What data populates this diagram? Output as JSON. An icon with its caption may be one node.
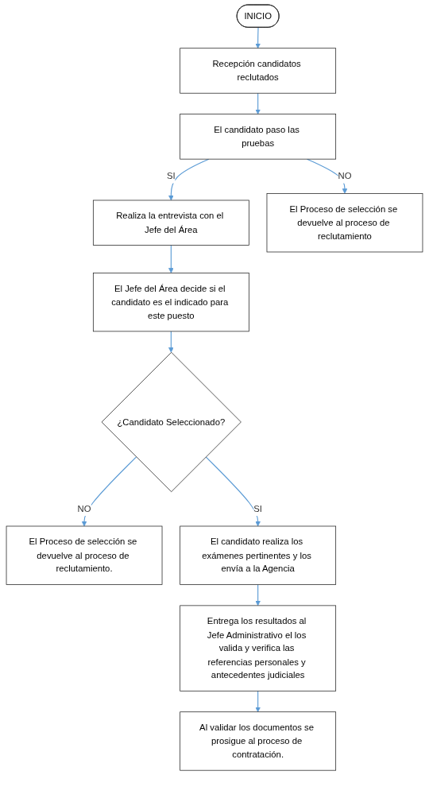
{
  "diagram": {
    "nodes": [
      {
        "text": [
          "INICIO"
        ]
      },
      {
        "text": [
          "Recepción candidatos reclutados"
        ]
      },
      {
        "text": [
          "El candidato paso las pruebas"
        ]
      },
      {
        "text": [
          "Realiza la entrevista con el Jefe del Área"
        ]
      },
      {
        "text": [
          "El Proceso de selección se devuelve al proceso de reclutamiento"
        ]
      },
      {
        "text": [
          "El Jefe del Área decide si el candidato es el indicado para este puesto"
        ]
      },
      {
        "text": [
          "¿Candidato Seleccionado?"
        ]
      },
      {
        "text": [
          "El Proceso de selección se devuelve al proceso de reclutamiento."
        ]
      },
      {
        "text": [
          "El candidato realiza los exámenes pertinentes y los envía a la Agencia"
        ]
      },
      {
        "text": [
          "Entrega los resultados al Jefe Administrativo el los valida y verifica las referencias personales y antecedentes judiciales"
        ]
      },
      {
        "text": [
          "Al validar los documentos se prosigue al proceso de contratación."
        ]
      }
    ],
    "edges": [
      {
        "from": 0,
        "to": 1,
        "arrow": "to"
      },
      {
        "from": 1,
        "to": 2,
        "arrow": "to"
      },
      {
        "from": 2,
        "to": 3,
        "arrow": "to",
        "label": "SI"
      },
      {
        "from": 2,
        "to": 4,
        "arrow": "to",
        "label": "NO"
      },
      {
        "from": 3,
        "to": 5,
        "arrow": "to"
      },
      {
        "from": 5,
        "to": 6,
        "arrow": "to"
      },
      {
        "from": 6,
        "to": 7,
        "arrow": "to",
        "label": "NO"
      },
      {
        "from": 6,
        "to": 8,
        "arrow": "to",
        "label": "SI"
      },
      {
        "from": 8,
        "to": 9,
        "arrow": "to"
      },
      {
        "from": 9,
        "to": 10,
        "arrow": "to"
      }
    ]
  }
}
